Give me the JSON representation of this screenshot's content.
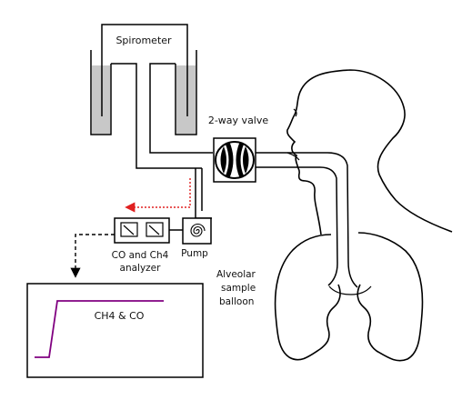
{
  "labels": {
    "spirometer": "Spirometer",
    "valve": "2-way valve",
    "analyzer_line1": "CO and Ch4",
    "analyzer_line2": "analyzer",
    "pump": "Pump",
    "balloon_line1": "Alveolar",
    "balloon_line2": "sample",
    "balloon_line3": "balloon",
    "trace": "CH4 & CO"
  },
  "colors": {
    "stroke": "#000000",
    "water": "#c8c8c8",
    "sample_flow": "#e02020",
    "trace": "#800080"
  },
  "icons": {
    "pump": "spiral-icon",
    "gauge": "gauge-dial-icon"
  }
}
